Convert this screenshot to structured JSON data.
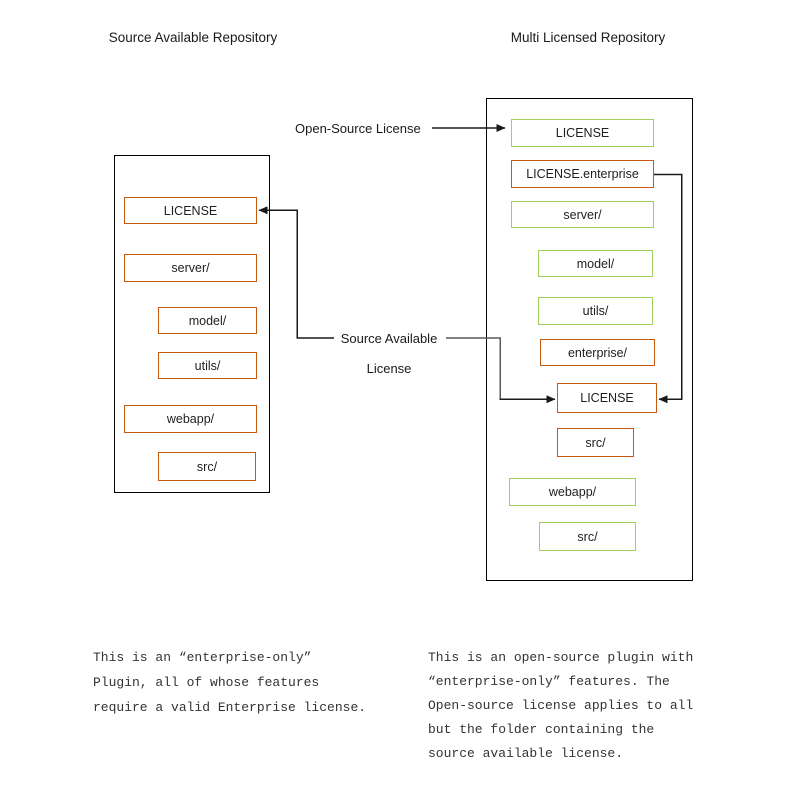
{
  "titles": {
    "left": "Source Available Repository",
    "right": "Multi Licensed Repository"
  },
  "connector_labels": {
    "open_source": "Open-Source License",
    "source_available": [
      "Source Available",
      "License"
    ]
  },
  "left_repo": {
    "boxes": [
      {
        "label": "LICENSE",
        "border": "orange"
      },
      {
        "label": "server/",
        "border": "orange"
      },
      {
        "label": "model/",
        "border": "orange"
      },
      {
        "label": "utils/",
        "border": "orange"
      },
      {
        "label": "webapp/",
        "border": "orange"
      },
      {
        "label": "src/",
        "border": "orange"
      }
    ]
  },
  "right_repo": {
    "boxes": [
      {
        "label": "LICENSE",
        "border": "green"
      },
      {
        "label": "LICENSE.enterprise",
        "border": "orange"
      },
      {
        "label": "server/",
        "border": "green"
      },
      {
        "label": "model/",
        "border": "green"
      },
      {
        "label": "utils/",
        "border": "green"
      },
      {
        "label": "enterprise/",
        "border": "orange"
      },
      {
        "label": "LICENSE",
        "border": "orange"
      },
      {
        "label": "src/",
        "border": "orange"
      },
      {
        "label": "webapp/",
        "border": "green"
      },
      {
        "label": "src/",
        "border": "green"
      }
    ]
  },
  "notes": {
    "left": "This is an “enterprise-only”\nPlugin, all of whose features\nrequire a valid Enterprise license.",
    "right": "This is an open-source plugin with\n“enterprise-only” features. The\nOpen-source license applies to all\nbut the folder containing the\nsource available license."
  },
  "colors": {
    "green": "#9FD05E",
    "orange": "#C55A11",
    "frame": "#000000",
    "line": "#1a1a1a",
    "line_gray": "#595959",
    "text": "#262626",
    "note_text": "#333333",
    "background": "#ffffff"
  }
}
